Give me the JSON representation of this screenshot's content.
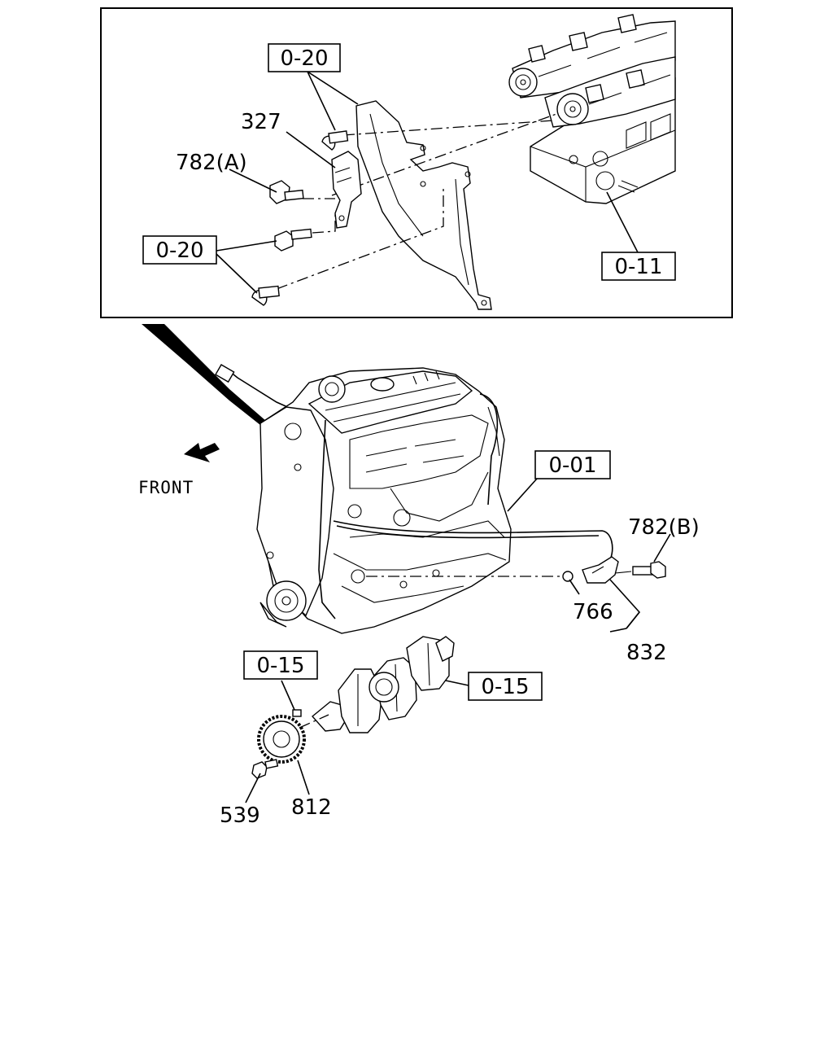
{
  "callouts": {
    "ref_0_20_top": "0-20",
    "ref_0_20_left": "0-20",
    "ref_0_11": "0-11",
    "ref_0_01": "0-01",
    "ref_0_15_left": "0-15",
    "ref_0_15_right": "0-15",
    "part_327": "327",
    "part_782a": "782(A)",
    "part_782b": "782(B)",
    "part_766": "766",
    "part_832": "832",
    "part_539": "539",
    "part_812": "812"
  },
  "direction": {
    "front_label": "FRONT",
    "icon": "arrow-left-down-icon"
  },
  "colors": {
    "ink": "#000000",
    "paper": "#ffffff"
  }
}
